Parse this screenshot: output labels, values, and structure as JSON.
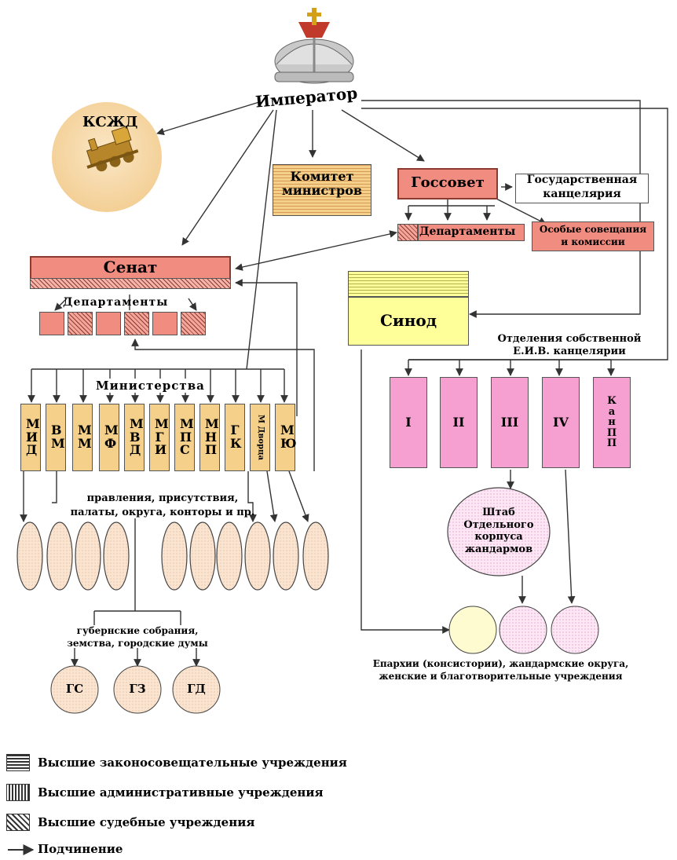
{
  "emperor": {
    "label": "Император"
  },
  "kszhd": {
    "label": "КСЖД"
  },
  "committee": {
    "label_line1": "Комитет",
    "label_line2": "министров"
  },
  "gossovet": {
    "label": "Госсовет"
  },
  "state_chancellery": {
    "label_line1": "Государственная",
    "label_line2": "канцелярия"
  },
  "gossovet_departments": {
    "label": "Департаменты"
  },
  "special_meetings": {
    "label_line1": "Особые совещания",
    "label_line2": "и комиссии"
  },
  "senate": {
    "label": "Сенат"
  },
  "senate_departments": {
    "label": "Департаменты"
  },
  "synod": {
    "label": "Синод"
  },
  "own_chancellery": {
    "label_line1": "Отделения собственной",
    "label_line2": "Е.И.В. канцелярии"
  },
  "chancellery_sections": [
    {
      "label": "I"
    },
    {
      "label": "II"
    },
    {
      "label": "III"
    },
    {
      "label": "IV"
    },
    {
      "label": "К а н П П"
    }
  ],
  "ministries_title": {
    "label": "Министерства"
  },
  "ministries": [
    {
      "label": "М И Д"
    },
    {
      "label": "В М"
    },
    {
      "label": "М М"
    },
    {
      "label": "М Ф"
    },
    {
      "label": "М В Д"
    },
    {
      "label": "М Г И"
    },
    {
      "label": "М П С"
    },
    {
      "label": "М Н П"
    },
    {
      "label": "Г К"
    },
    {
      "label": "М Дворца"
    },
    {
      "label": "М Ю"
    }
  ],
  "local_bodies": {
    "label_line1": "правления, присутствия,",
    "label_line2": "палаты, округа, конторы и пр."
  },
  "gendarmes_hq": {
    "line1": "Штаб",
    "line2": "Отдельного",
    "line3": "корпуса",
    "line4": "жандармов"
  },
  "zemstvo_caption": {
    "label_line1": "губернские собрания,",
    "label_line2": "земства, городские думы"
  },
  "zemstvo_circles": [
    {
      "label": "ГС"
    },
    {
      "label": "ГЗ"
    },
    {
      "label": "ГД"
    }
  ],
  "eparchies_caption": {
    "label_line1": "Епархии (консистории), жандармские округа,",
    "label_line2": "женские и благотворительные учреждения"
  },
  "legend": [
    {
      "pattern": "horizontal",
      "label": "Высшие законосовещательные учреждения"
    },
    {
      "pattern": "vertical",
      "label": "Высшие административные учреждения"
    },
    {
      "pattern": "diagonal",
      "label": "Высшие судебные учреждения"
    },
    {
      "pattern": "arrow",
      "label": "Подчинение"
    }
  ],
  "colors": {
    "salmon": "#f08c80",
    "tan": "#f5d08a",
    "pink": "#f5a0d0",
    "yellow": "#ffff99",
    "peach": "#fbe4cf",
    "gold": "#d9a63a"
  }
}
